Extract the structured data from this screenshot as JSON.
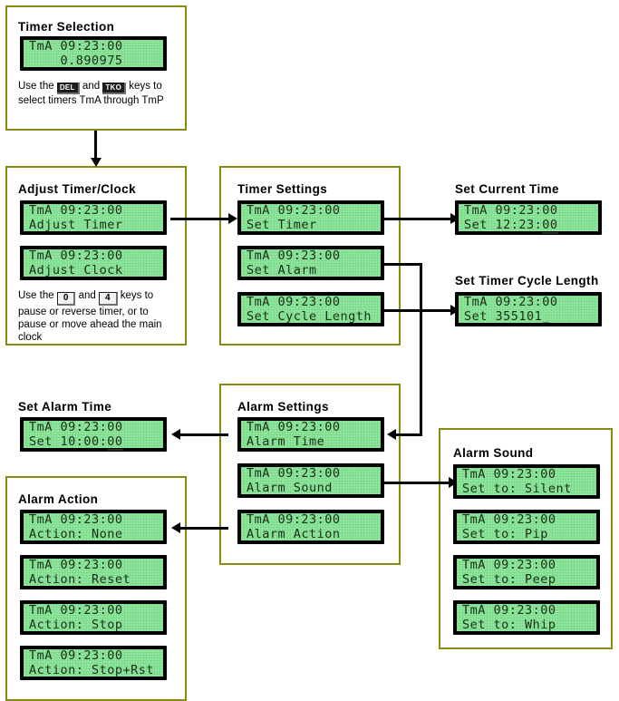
{
  "groups": {
    "timer_selection": {
      "title": "Timer Selection",
      "lcd": {
        "line1": "TmA 09:23:00",
        "line2": "    0.890975"
      },
      "caption_a": "Use the ",
      "key1": "DEL",
      "caption_b": " and ",
      "key2": "TKO",
      "caption_c": " keys to",
      "caption_d": "select timers TmA through TmP"
    },
    "adjust_timer_clock": {
      "title": "Adjust Timer/Clock",
      "lcd1": {
        "line1": "TmA 09:23:00",
        "line2": "Adjust Timer"
      },
      "lcd2": {
        "line1": "TmA 09:23:00",
        "line2": "Adjust Clock"
      },
      "caption_a": "Use the ",
      "key1": "0",
      "caption_b": " and ",
      "key2": "4",
      "caption_c": " keys to",
      "caption_d": "pause or reverse timer, or to",
      "caption_e": "pause or move ahead the main",
      "caption_f": "clock"
    },
    "timer_settings": {
      "title": "Timer Settings",
      "lcd1": {
        "line1": "TmA 09:23:00",
        "line2": "Set Timer"
      },
      "lcd2": {
        "line1": "TmA 09:23:00",
        "line2": "Set Alarm"
      },
      "lcd3": {
        "line1": "TmA 09:23:00",
        "line2": "Set Cycle Length"
      }
    },
    "set_current_time": {
      "title": "Set Current Time",
      "lcd": {
        "line1": "TmA 09:23:00",
        "line2_pre": "Set 12:23:",
        "line2_cursor": "00"
      }
    },
    "set_timer_cycle_length": {
      "title": "Set Timer Cycle Length",
      "lcd": {
        "line1": "TmA 09:23:00",
        "line2": "Set 355101_"
      }
    },
    "set_alarm_time": {
      "title": "Set Alarm Time",
      "lcd": {
        "line1": "TmA 09:23:00",
        "line2_pre": "Set 10:00:",
        "line2_cursor": "00"
      }
    },
    "alarm_settings": {
      "title": "Alarm Settings",
      "lcd1": {
        "line1": "TmA 09:23:00",
        "line2": "Alarm Time"
      },
      "lcd2": {
        "line1": "TmA 09:23:00",
        "line2": "Alarm Sound"
      },
      "lcd3": {
        "line1": "TmA 09:23:00",
        "line2": "Alarm Action"
      }
    },
    "alarm_action": {
      "title": "Alarm Action",
      "lcd1": {
        "line1": "TmA 09:23:00",
        "line2": "Action: None"
      },
      "lcd2": {
        "line1": "TmA 09:23:00",
        "line2": "Action: Reset"
      },
      "lcd3": {
        "line1": "TmA 09:23:00",
        "line2": "Action: Stop"
      },
      "lcd4": {
        "line1": "TmA 09:23:00",
        "line2": "Action: Stop+Rst"
      }
    },
    "alarm_sound": {
      "title": "Alarm Sound",
      "lcd1": {
        "line1": "TmA 09:23:00",
        "line2": "Set to: Silent"
      },
      "lcd2": {
        "line1": "TmA 09:23:00",
        "line2": "Set to: Pip"
      },
      "lcd3": {
        "line1": "TmA 09:23:00",
        "line2": "Set to: Peep"
      },
      "lcd4": {
        "line1": "TmA 09:23:00",
        "line2": "Set to: Whip"
      }
    }
  },
  "colors": {
    "group_border": "#8a8a11",
    "lcd_background": "#8ce89a",
    "lcd_text": "#1a2e1a",
    "lcd_bezel": "#000000",
    "connector": "#000000",
    "page_background": "#ffffff"
  }
}
